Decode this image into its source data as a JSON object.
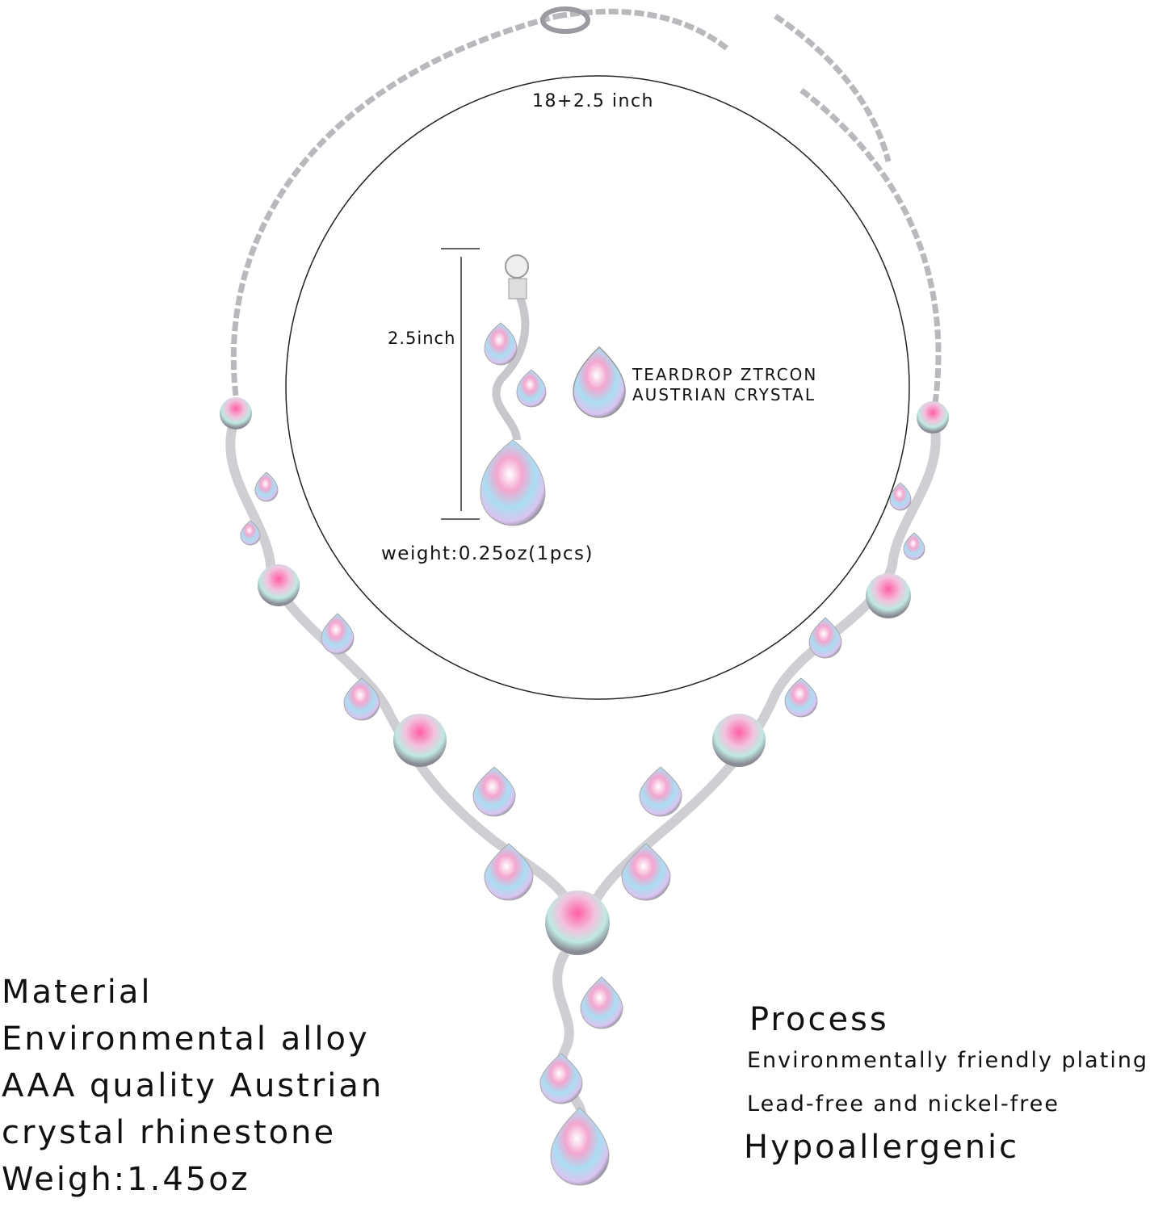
{
  "measurements": {
    "necklace_length": "18+2.5 inch",
    "earring_length": "2.5inch",
    "earring_weight": "weight:0.25oz(1pcs)"
  },
  "gem_label": [
    "TEARDROP ZTRCON",
    "AUSTRIAN CRYSTAL"
  ],
  "material": [
    "Material",
    "Environmental alloy",
    "AAA quality Austrian",
    "crystal rhinestone",
    "Weigh:1.45oz"
  ],
  "process": {
    "title": "Process",
    "lines": [
      "Environmentally friendly plating",
      "Lead-free and nickel-free"
    ],
    "highlight": "Hypoallergenic"
  },
  "colors": {
    "text": "#111111",
    "metal": "#c9c9cc",
    "crystal_pink": "#f06aa8",
    "crystal_blue": "#8fd6f0",
    "background": "#ffffff"
  }
}
